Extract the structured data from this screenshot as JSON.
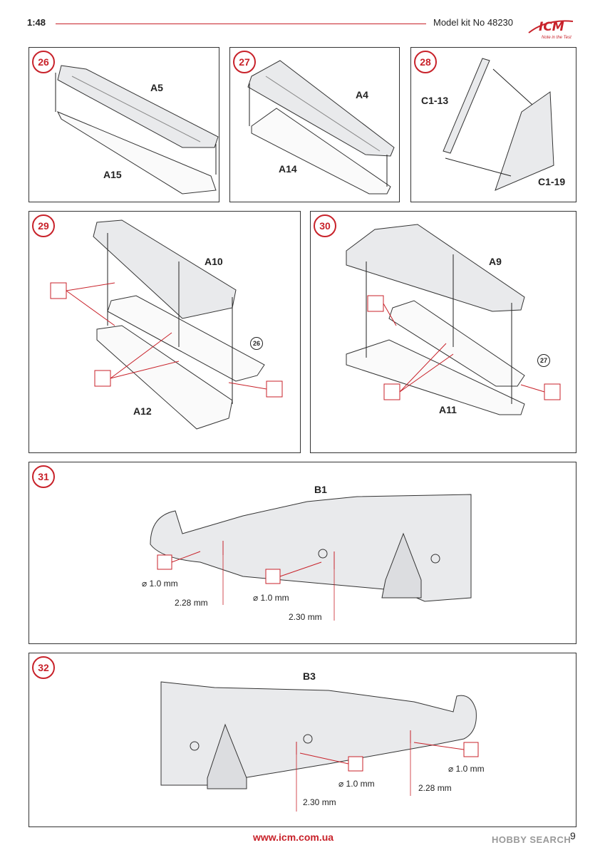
{
  "header": {
    "scale": "1:48",
    "kit": "Model kit No 48230"
  },
  "logo": {
    "text": "ICM",
    "tagline": "Note in the Test"
  },
  "steps": [
    {
      "number": "26",
      "parts": [
        "A5",
        "A15"
      ]
    },
    {
      "number": "27",
      "parts": [
        "A4",
        "A14"
      ]
    },
    {
      "number": "28",
      "parts": [
        "C1-13",
        "C1-19"
      ]
    },
    {
      "number": "29",
      "parts": [
        "A10",
        "A12"
      ],
      "ref": "26"
    },
    {
      "number": "30",
      "parts": [
        "A9",
        "A11"
      ],
      "ref": "27"
    },
    {
      "number": "31",
      "parts": [
        "B1"
      ],
      "measures": [
        "⌀ 1.0 mm",
        "⌀ 1.0 mm",
        "2.28 mm",
        "2.30 mm"
      ]
    },
    {
      "number": "32",
      "parts": [
        "B3"
      ],
      "measures": [
        "⌀ 1.0 mm",
        "⌀ 1.0 mm",
        "2.30 mm",
        "2.28 mm"
      ]
    }
  ],
  "footer": {
    "url": "www.icm.com.ua",
    "page": "9",
    "watermark": "HOBBY SEARCH"
  },
  "colors": {
    "accent": "#c8222a",
    "part_fill": "#e9eaec",
    "line": "#333333"
  }
}
